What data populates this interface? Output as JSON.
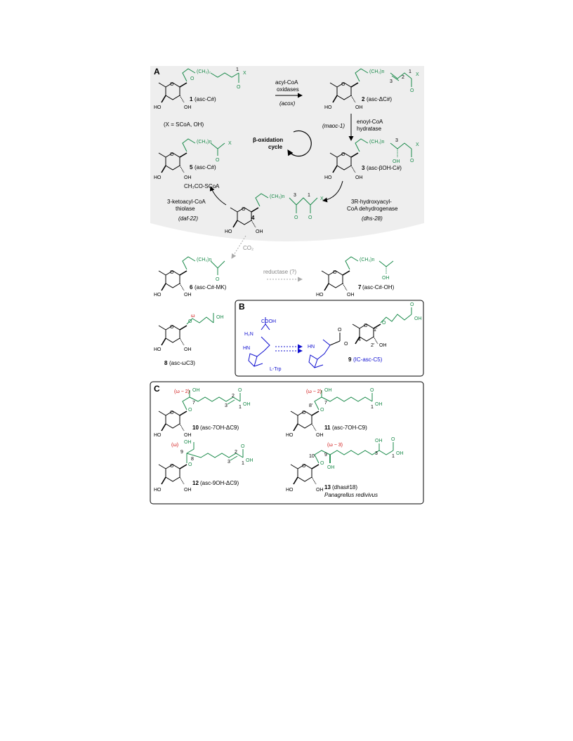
{
  "colors": {
    "green": "#1a8a4a",
    "red": "#d01010",
    "blue": "#1010d0",
    "gray_panel": "#eeeeee",
    "gray_arrow": "#999999"
  },
  "panels": {
    "a": "A",
    "b": "B",
    "c": "C"
  },
  "panel_a": {
    "c1": {
      "chain": "(CH₂)₇",
      "x": "X",
      "o": "O",
      "c1num": "1",
      "label_num": "1",
      "label_text": "(asc-C#)"
    },
    "c2": {
      "chain": "(CH₂)n",
      "x": "X",
      "o": "O",
      "n3": "3",
      "n2": "2",
      "n1": "1",
      "label_num": "2",
      "label_text": "(asc-ΔC#)"
    },
    "c3": {
      "chain": "(CH₂)n",
      "x": "X",
      "o": "O",
      "oh": "OH",
      "n3": "3",
      "label_num": "3",
      "label_text": "(asc-βOH-C#)"
    },
    "c4": {
      "chain": "(CH₂)n",
      "x": "X",
      "o1": "O",
      "o2": "O",
      "n3": "3",
      "n1": "1",
      "label_num": "4"
    },
    "c5": {
      "chain": "(CH₂)n",
      "x": "X",
      "o": "O",
      "label_num": "5",
      "label_text": "(asc-C#)"
    },
    "x_def": "(X = SCoA, OH)",
    "cycle": [
      "β-oxidation",
      "cycle"
    ],
    "e1": [
      "acyl-CoA",
      "oxidases"
    ],
    "e1_gene": "(acox)",
    "e2": [
      "enoyl-CoA",
      "hydratase"
    ],
    "e2_gene": "(maoc-1)",
    "e3": [
      "3R-hydroxyacyl-",
      "CoA dehydrogenase"
    ],
    "e3_gene": "(dhs-28)",
    "e4": [
      "3-ketoacyl-CoA",
      "thiolase"
    ],
    "e4_gene": "(daf-22)",
    "acetyl": "CH₃CO-SCoA"
  },
  "panel_lower": {
    "co2": "CO₂",
    "reductase": "reductase (?)",
    "c6": {
      "chain": "(CH₂)n",
      "o": "O",
      "label_num": "6",
      "label_text": "(asc-C#-MK)"
    },
    "c7": {
      "chain": "(CH₂)n",
      "oh": "OH",
      "label_num": "7",
      "label_text": "(asc-C#-OH)"
    },
    "c8": {
      "oh": "OH",
      "o": "O",
      "w": "ω",
      "label_num": "8",
      "label_text": "(asc-ωC3)"
    }
  },
  "panel_b": {
    "cooh": "COOH",
    "h2n": "H₂N",
    "hn1": "HN",
    "ltrp": "L-Trp",
    "hn2": "HN",
    "o": "O",
    "oh": "OH",
    "n4": "4",
    "n1p": "1'",
    "n2p": "2'",
    "label_num": "9",
    "label_text": "(IC-asc-C5)"
  },
  "panel_c": {
    "c10": {
      "omega": "(ω − 2)",
      "oh": "OH",
      "o": "O",
      "n7": "7",
      "n3": "3",
      "n2": "2",
      "n1": "1",
      "label_num": "10",
      "label_text": "(asc-7OH-ΔC9)"
    },
    "c11": {
      "omega": "(ω − 2)",
      "oh": "OH",
      "o": "O",
      "n8": "8'",
      "n7": "7",
      "n1": "1",
      "label_num": "11",
      "label_text": "(asc-7OH-C9)"
    },
    "c12": {
      "omega": "(ω)",
      "oh": "OH",
      "o": "O",
      "n9": "9",
      "n8": "8",
      "n3": "3",
      "n2": "2",
      "n1": "1",
      "label_num": "12",
      "label_text": "(asc-9OH-ΔC9)"
    },
    "c13": {
      "omega": "(ω − 3)",
      "oh1": "OH",
      "oh2": "OH",
      "o": "O",
      "n10": "10",
      "n9": "9",
      "n3": "3",
      "n1": "1",
      "label_num": "13",
      "label_text": "(dhas#18)",
      "species": "Panagrellus redivivus"
    }
  },
  "ring": {
    "o": "O",
    "ho": "HO",
    "oh": "OH"
  }
}
